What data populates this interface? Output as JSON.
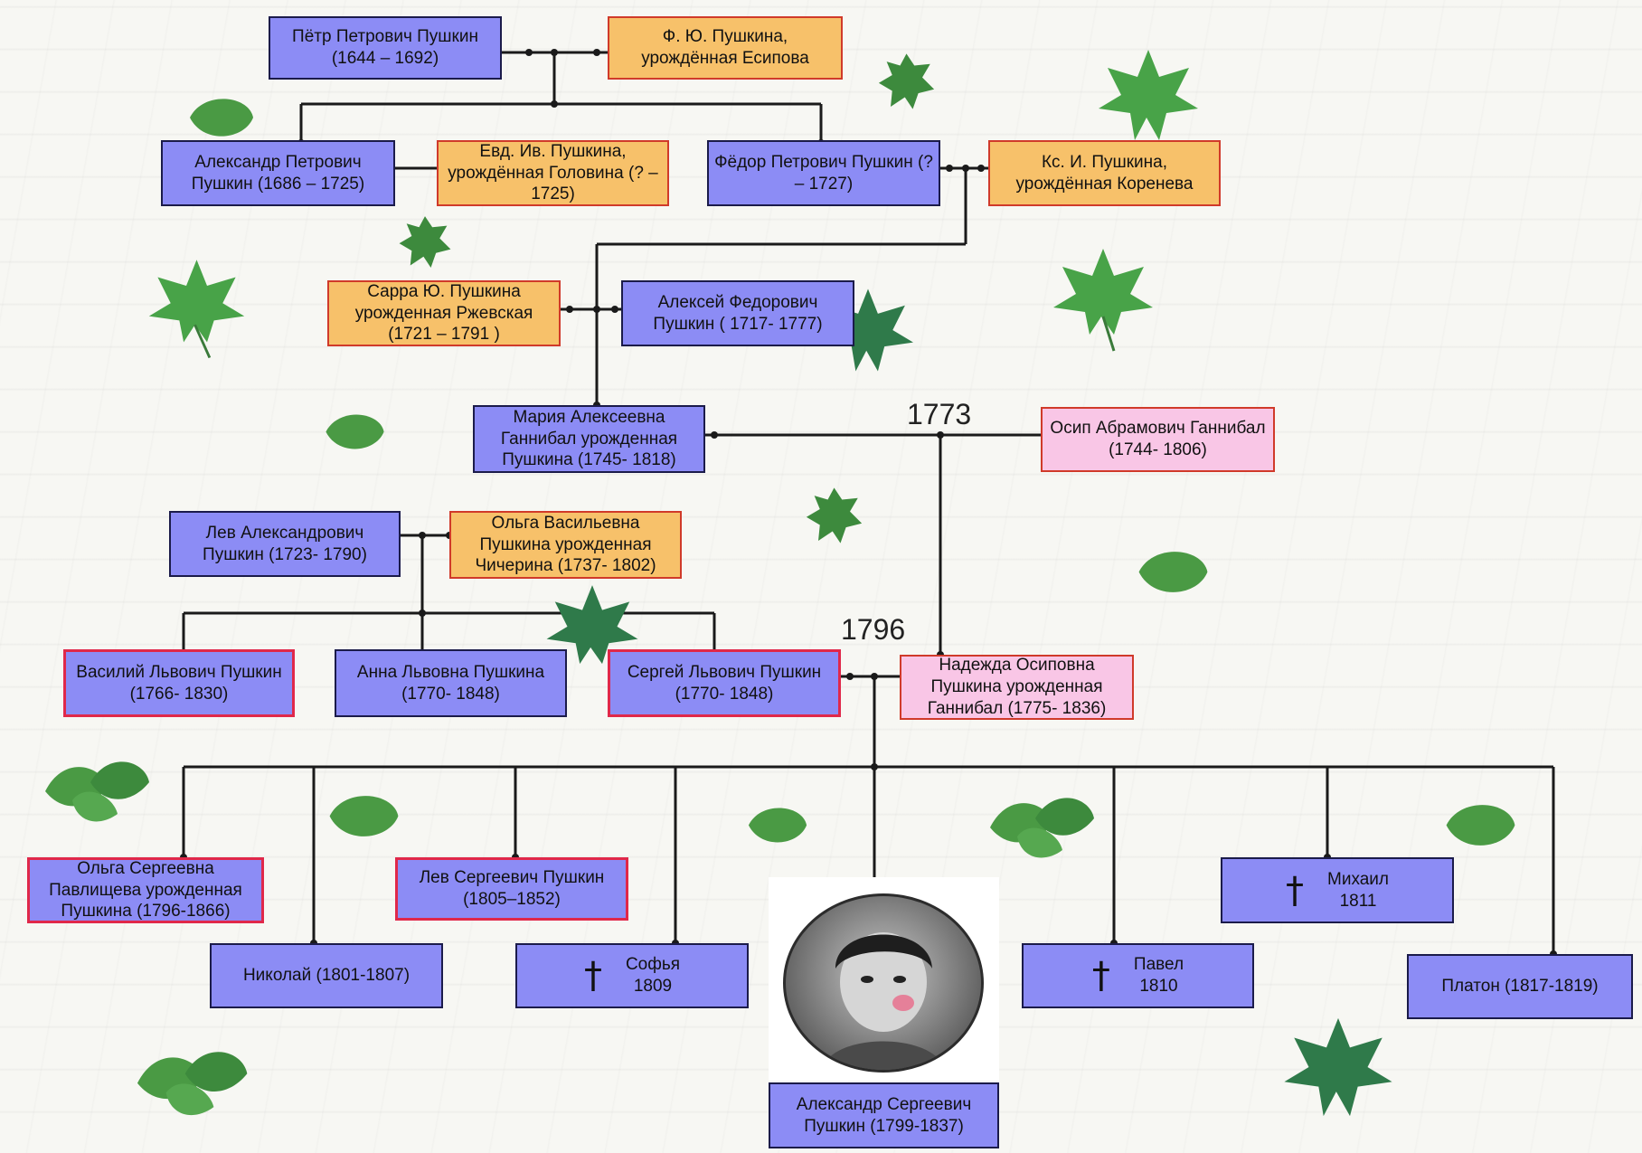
{
  "title_fragment": "",
  "years": {
    "y1773": "1773",
    "y1796": "1796"
  },
  "people": {
    "petr_petrovich": "Пётр Петрович Пушкин (1644 – 1692)",
    "f_yu_pushkina": "Ф. Ю. Пушкина, урождённая Есипова",
    "aleksandr_petrovich": "Александр Петрович Пушкин (1686 – 1725)",
    "evd_iv": "Евд. Ив. Пушкина, урождённая Головина (? – 1725)",
    "fedor_petrovich": "Фёдор Петрович Пушкин (? – 1727)",
    "ks_i": "Кс. И. Пушкина, урождённая Коренева",
    "sarra_yu": "Сарра Ю. Пушкина урожденная Ржевская (1721 – 1791 )",
    "aleksei_fedorovich": "Алексей Федорович Пушкин ( 1717- 1777)",
    "maria_alekseevna": "Мария Алексеевна Ганнибал урожденная Пушкина (1745- 1818)",
    "osip_abramovich": "Осип Абрамович Ганнибал (1744- 1806)",
    "lev_aleksandrovich": "Лев Александрович Пушкин (1723- 1790)",
    "olga_vasilievna": "Ольга Васильевна Пушкина урожденная Чичерина (1737- 1802)",
    "vasily_lvovich": "Василий Львович Пушкин (1766- 1830)",
    "anna_lvovna": "Анна Львовна Пушкина (1770- 1848)",
    "sergei_lvovich": "Сергей Львович Пушкин (1770- 1848)",
    "nadezhda_osipovna": "Надежда Осиповна Пушкина урожденная Ганнибал (1775- 1836)",
    "olga_sergeevna": "Ольга Сергеевна Павлищева урожденная Пушкина (1796-1866)",
    "lev_sergeevich": "Лев Сергеевич Пушкин (1805–1852)",
    "nikolai": "Николай (1801-1807)",
    "sofia_name": "Софья",
    "sofia_year": "1809",
    "aleksandr_sergeevich": "Александр Сергеевич Пушкин (1799-1837)",
    "pavel_name": "Павел",
    "pavel_year": "1810",
    "mikhail_name": "Михаил",
    "mikhail_year": "1811",
    "platon": "Платон (1817-1819)"
  },
  "symbols": {
    "cross": "†"
  },
  "colors": {
    "male_box": "#8c8cf5",
    "female_in_law_box": "#f7c16a",
    "hannibal_box": "#f9c6e6",
    "highlight_border": "#e0284a",
    "leaf": "#3f8f3f"
  },
  "decor_icons": [
    "leaf-icon",
    "maple-leaf-icon",
    "oak-leaf-icon"
  ]
}
